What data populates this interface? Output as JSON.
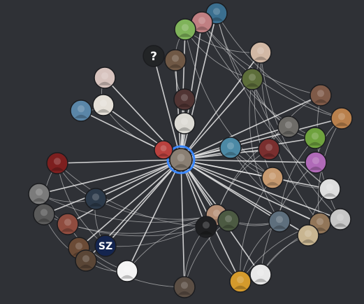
{
  "graph": {
    "background": "#2f3136",
    "edge_color": "#e8e8e8",
    "center_ring_color": "#3b88ff",
    "nodes": [
      {
        "id": "center-user",
        "kind": "avatar",
        "fill": "#8a7f73",
        "ring": "#3b88ff",
        "icon": "glasses-avatar-icon"
      },
      {
        "id": "top-blue-avatar",
        "kind": "avatar",
        "fill": "#3b6f8f",
        "icon": "blue-avatar-icon"
      },
      {
        "id": "top-pink-avatar",
        "kind": "avatar",
        "fill": "#c07f82",
        "icon": "pink-avatar-icon"
      },
      {
        "id": "top-rainbow-avatar",
        "kind": "avatar",
        "fill": "#7fb35a",
        "icon": "rainbow-avatar-icon"
      },
      {
        "id": "question-avatar",
        "kind": "text",
        "fill": "#222426",
        "text": "?",
        "text_color": "#ffffff",
        "icon": "question-mark-icon"
      },
      {
        "id": "bearded-man-avatar",
        "kind": "avatar",
        "fill": "#6f5845",
        "icon": "person-avatar-icon"
      },
      {
        "id": "badge-avatar",
        "kind": "avatar",
        "fill": "#d7c3be",
        "icon": "badge-avatar-icon"
      },
      {
        "id": "cat-avatar",
        "kind": "avatar",
        "fill": "#e5e0d8",
        "icon": "cat-avatar-icon"
      },
      {
        "id": "blue-shirt-avatar",
        "kind": "avatar",
        "fill": "#5a86a8",
        "icon": "person-avatar-icon"
      },
      {
        "id": "red-figure-avatar",
        "kind": "avatar",
        "fill": "#503433",
        "icon": "red-figure-avatar-icon"
      },
      {
        "id": "white-blob-avatar",
        "kind": "avatar",
        "fill": "#dcdad4",
        "icon": "white-blob-avatar-icon"
      },
      {
        "id": "red-white-avatar",
        "kind": "avatar",
        "fill": "#b9413e",
        "icon": "red-white-avatar-icon"
      },
      {
        "id": "face-top-right-avatar",
        "kind": "avatar",
        "fill": "#d2b8a5",
        "icon": "person-avatar-icon"
      },
      {
        "id": "green-bird-avatar",
        "kind": "avatar",
        "fill": "#5d6e3a",
        "icon": "bird-avatar-icon"
      },
      {
        "id": "man-right-avatar",
        "kind": "avatar",
        "fill": "#7f5a48",
        "icon": "person-avatar-icon"
      },
      {
        "id": "dog-avatar",
        "kind": "avatar",
        "fill": "#b9804c",
        "icon": "dog-avatar-icon"
      },
      {
        "id": "snowflake-avatar",
        "kind": "avatar",
        "fill": "#4c89a5",
        "icon": "snowflake-avatar-icon"
      },
      {
        "id": "glasses-man-avatar",
        "kind": "avatar",
        "fill": "#6e6c68",
        "icon": "person-avatar-icon"
      },
      {
        "id": "kermit-avatar",
        "kind": "avatar",
        "fill": "#6fa23e",
        "icon": "frog-avatar-icon"
      },
      {
        "id": "colorful-avatar",
        "kind": "avatar",
        "fill": "#7a2f2f",
        "icon": "colorful-avatar-icon"
      },
      {
        "id": "pink-purple-avatar",
        "kind": "avatar",
        "fill": "#b06ab8",
        "icon": "pink-avatar-icon"
      },
      {
        "id": "man-tan-avatar",
        "kind": "avatar",
        "fill": "#c79a70",
        "icon": "person-avatar-icon"
      },
      {
        "id": "gasmask-avatar",
        "kind": "avatar",
        "fill": "#dedede",
        "icon": "gasmask-avatar-icon"
      },
      {
        "id": "red-helmet-avatar",
        "kind": "avatar",
        "fill": "#7d1f1f",
        "icon": "helmet-avatar-icon"
      },
      {
        "id": "gray-blob-avatar",
        "kind": "avatar",
        "fill": "#7b7b7b",
        "icon": "gray-avatar-icon"
      },
      {
        "id": "dark-figure-avatar",
        "kind": "avatar",
        "fill": "#5a5a5a",
        "icon": "person-avatar-icon"
      },
      {
        "id": "red-shirt-avatar",
        "kind": "avatar",
        "fill": "#8f4c3f",
        "icon": "person-avatar-icon"
      },
      {
        "id": "react-avatar",
        "kind": "avatar",
        "fill": "#2c3a4a",
        "icon": "react-atom-icon"
      },
      {
        "id": "sz-avatar",
        "kind": "text",
        "fill": "#14254f",
        "text": "SZ",
        "text_color": "#ffffff",
        "icon": "sz-monogram-icon"
      },
      {
        "id": "hat-man-avatar",
        "kind": "avatar",
        "fill": "#6b4b36",
        "icon": "person-avatar-icon"
      },
      {
        "id": "brown-figure-avatar",
        "kind": "avatar",
        "fill": "#5a4636",
        "icon": "person-avatar-icon"
      },
      {
        "id": "white-logo-avatar",
        "kind": "avatar",
        "fill": "#f4f4f4",
        "icon": "handwritten-logo-icon"
      },
      {
        "id": "bald-man-avatar",
        "kind": "avatar",
        "fill": "#b58f76",
        "icon": "person-avatar-icon"
      },
      {
        "id": "dark-teal-avatar",
        "kind": "avatar",
        "fill": "#1e1f21",
        "icon": "dark-avatar-icon"
      },
      {
        "id": "green-object-avatar",
        "kind": "avatar",
        "fill": "#4c5a42",
        "icon": "green-avatar-icon"
      },
      {
        "id": "man-bottom-avatar",
        "kind": "avatar",
        "fill": "#5e6f7d",
        "icon": "person-avatar-icon"
      },
      {
        "id": "llama-avatar",
        "kind": "avatar",
        "fill": "#927659",
        "icon": "llama-avatar-icon"
      },
      {
        "id": "vehicle-avatar",
        "kind": "avatar",
        "fill": "#c7c7c7",
        "icon": "vehicle-avatar-icon"
      },
      {
        "id": "bottom-small-avatar",
        "kind": "avatar",
        "fill": "#c8b591",
        "icon": "llama-avatar-icon"
      },
      {
        "id": "hat-face-avatar",
        "kind": "avatar",
        "fill": "#d49a2c",
        "icon": "face-avatar-icon"
      },
      {
        "id": "ghost-avatar",
        "kind": "avatar",
        "fill": "#e8e8e8",
        "icon": "ghost-avatar-icon"
      },
      {
        "id": "dinosaur-avatar",
        "kind": "avatar",
        "fill": "#5b4e44",
        "icon": "dinosaur-avatar-icon"
      }
    ]
  }
}
